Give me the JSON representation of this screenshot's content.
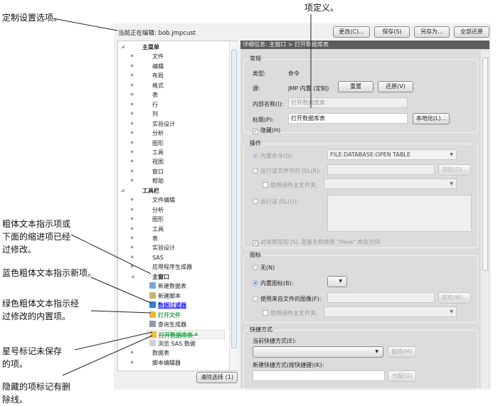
{
  "annotations": {
    "custom_options": "定制设置选项。",
    "item_definition": "项定义。",
    "bold_text": "粗体文本指示项或\n下面的缩进项已经\n过修改。",
    "blue_bold": "蓝色粗体文本指示新项。",
    "green_bold": "绿色粗体文本指示经\n过修改的内置项。",
    "asterisk": "星号标记未保存\n的项。",
    "strikethrough": "隐藏的项标记有删\n除线。"
  },
  "top": {
    "editing_label": "当前正在编辑:",
    "editing_file": "bob.jmpcust",
    "buttons": {
      "change": "更改(C)...",
      "save": "保存(S)",
      "save_as": "另存为...",
      "revert_all": "全部还原"
    }
  },
  "tree": {
    "main_menu": "主菜单",
    "main_menu_items": [
      "文件",
      "编辑",
      "布局",
      "格式",
      "表",
      "行",
      "列",
      "实验设计",
      "分析",
      "图形",
      "工具",
      "视图",
      "窗口",
      "帮助"
    ],
    "toolbars": "工具栏",
    "toolbar_items": [
      "文件编辑",
      "分析",
      "图形",
      "工具",
      "表",
      "实验设计",
      "SAS",
      "应用程序生成器"
    ],
    "main_window": "主窗口",
    "main_window_items": [
      "新建数据表",
      "新建脚本",
      "数据过滤器",
      "打开文件",
      "查询生成器",
      "打开数据库表 *",
      "浏览 SAS 数据"
    ],
    "after_items": [
      "数据表",
      "脚本编辑器"
    ],
    "clear_button": "清除选择 (1)"
  },
  "detail": {
    "header": "详细信息: 主窗口 > 打开数据库表",
    "general": {
      "title": "常规",
      "type_label": "类型:",
      "type_value": "命令",
      "source_label": "源:",
      "source_value": "JMP 内置 (定制)",
      "reset": "重置",
      "revert": "还原(V)",
      "internal_name_label": "内部名称(I):",
      "internal_name_value": "打开数据库表",
      "caption_label": "标题(P):",
      "caption_value": "打开数据库表",
      "localize": "本地化(L)...",
      "hidden_label": "隐藏(H)"
    },
    "action": {
      "title": "操作",
      "builtin_label": "内置命令(D):",
      "builtin_value": "FILE:DATABASE:OPEN TABLE",
      "run_file_label": "运行该文件中的 JSL(R):",
      "browse_o": "浏览(O)...",
      "addin_label": "使用插件主文件夹:",
      "run_jsl_label": "运行该 JSL(U):",
      "here_label": "对未限定的 JSL 变量名称使用 \"Here\" 命名空间"
    },
    "icon": {
      "title": "图标",
      "none": "无(N)",
      "builtin": "内置图标(B):",
      "from_file": "使用来自文件的图像(F):",
      "browse_w": "浏览(W)...",
      "addin_label": "使用插件主文件夹:"
    },
    "shortcut": {
      "title": "快捷方式",
      "current_label": "当前快捷方式(E):",
      "delete": "删除(M)",
      "new_label": "新建快捷方式(按快捷键)(K):",
      "assign": "分配(G)"
    }
  },
  "colors": {
    "new_item": "#1a1aff",
    "modified_builtin": "#2aa84a",
    "header": "#5c5c5c"
  }
}
